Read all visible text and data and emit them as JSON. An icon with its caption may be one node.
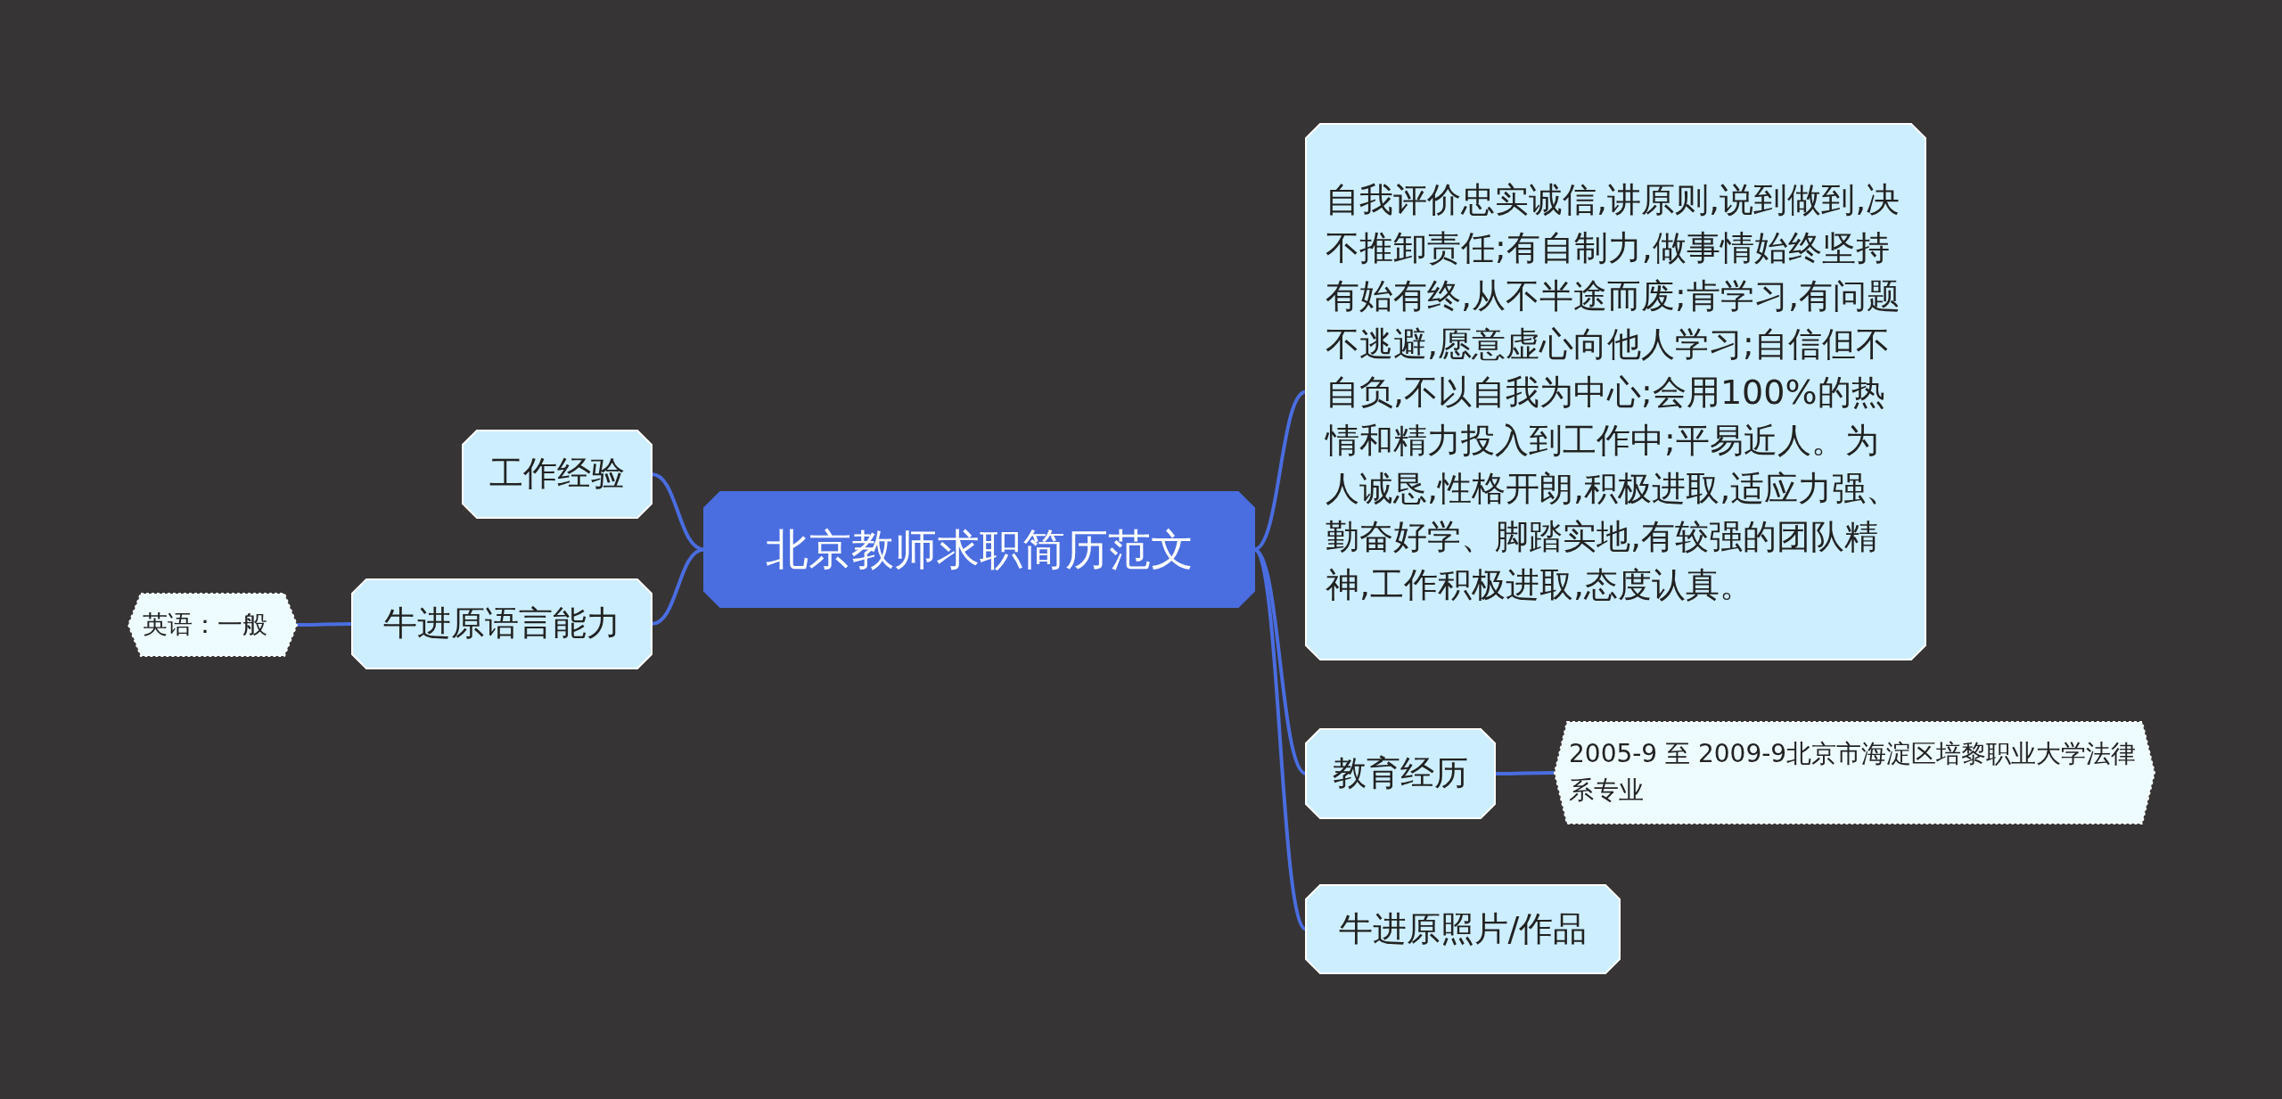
{
  "diagram": {
    "nodes": [
      {
        "text": [
          "北京教师求职简历范文"
        ]
      },
      {
        "text": [
          "工作经验"
        ]
      },
      {
        "text": [
          "牛进原语言能力"
        ]
      },
      {
        "text": [
          "英语：一般"
        ]
      },
      {
        "text": [
          "自我评价忠实诚信,讲原则,说到做到,决不推卸责任;有自制力,做事情始终坚持有始有终,从不半途而废;肯学习,有问题不逃避,愿意虚心向他人学习;自信但不自负,不以自我为中心;会用100%的热情和精力投入到工作中;平易近人。为人诚恳,性格开朗,积极进取,适应力强、勤奋好学、脚踏实地,有较强的团队精神,工作积极进取,态度认真。"
        ]
      },
      {
        "text": [
          "教育经历"
        ]
      },
      {
        "text": [
          "2005-9 至 2009-9北京市海淀区培黎职业大学法律系专业"
        ]
      },
      {
        "text": [
          "牛进原照片/作品"
        ]
      }
    ],
    "edges": [
      {
        "from": 0,
        "to": 1,
        "arrow": "none"
      },
      {
        "from": 0,
        "to": 2,
        "arrow": "none"
      },
      {
        "from": 2,
        "to": 3,
        "arrow": "none"
      },
      {
        "from": 0,
        "to": 4,
        "arrow": "none"
      },
      {
        "from": 0,
        "to": 5,
        "arrow": "none"
      },
      {
        "from": 5,
        "to": 6,
        "arrow": "none"
      },
      {
        "from": 0,
        "to": 7,
        "arrow": "none"
      }
    ]
  }
}
